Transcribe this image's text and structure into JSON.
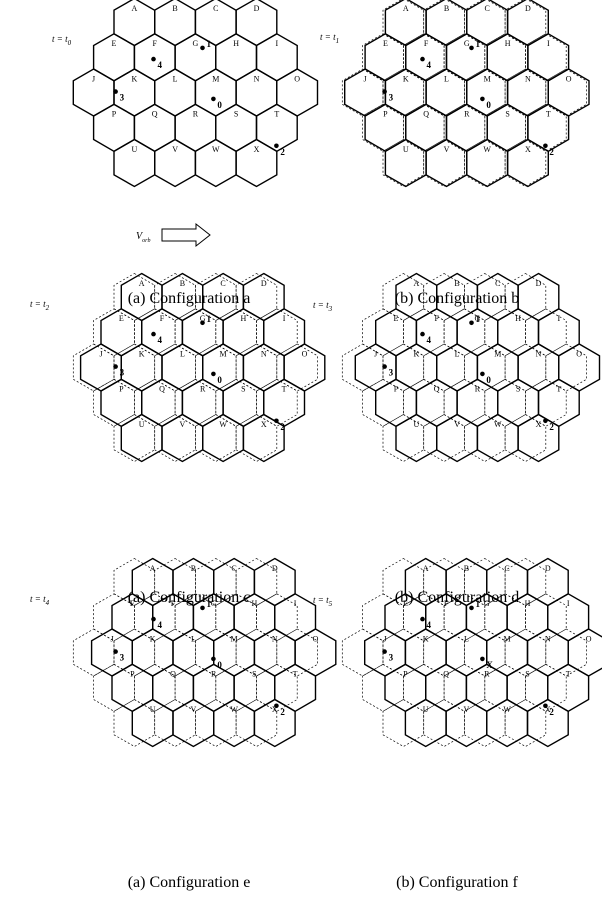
{
  "cell_labels": [
    "A",
    "B",
    "C",
    "D",
    "E",
    "F",
    "G",
    "H",
    "I",
    "J",
    "K",
    "L",
    "M",
    "N",
    "O",
    "P",
    "Q",
    "R",
    "S",
    "T",
    "U",
    "V",
    "W",
    "X"
  ],
  "velocity_label": "V",
  "velocity_sub": "orb",
  "panels": [
    {
      "id": "a",
      "caption": "(a) Configuration a",
      "time_var": "t = t",
      "time_sub": "0",
      "shift": 0,
      "points": [
        {
          "label": "0",
          "cell": "M",
          "dx": -0.1,
          "dy": 0.62
        },
        {
          "label": "1",
          "cell": "G",
          "dx": 0.3,
          "dy": -0.5
        },
        {
          "label": "2",
          "cell": "X",
          "dx": 0.85,
          "dy": -1.05
        },
        {
          "label": "3",
          "cell": "K",
          "dx": -0.8,
          "dy": 0.1
        },
        {
          "label": "4",
          "cell": "F",
          "dx": -0.05,
          "dy": 0.3
        }
      ]
    },
    {
      "id": "b",
      "caption": "(b) Configuration b",
      "time_var": "t = t",
      "time_sub": "1",
      "shift": 0.06,
      "points": [
        {
          "label": "0",
          "cell": "M",
          "dx": -0.1,
          "dy": 0.62
        },
        {
          "label": "1",
          "cell": "G",
          "dx": 0.3,
          "dy": -0.5
        },
        {
          "label": "2",
          "cell": "X",
          "dx": 0.85,
          "dy": -1.05
        },
        {
          "label": "3",
          "cell": "K",
          "dx": -0.8,
          "dy": 0.1
        },
        {
          "label": "4",
          "cell": "F",
          "dx": -0.05,
          "dy": 0.3
        }
      ]
    },
    {
      "id": "c",
      "caption": "(a) Configuration c",
      "time_var": "t = t",
      "time_sub": "2",
      "shift": 0.18,
      "points": [
        {
          "label": "0",
          "cell": "M",
          "dx": -0.1,
          "dy": 0.62
        },
        {
          "label": "1",
          "cell": "G",
          "dx": 0.3,
          "dy": -0.5
        },
        {
          "label": "2",
          "cell": "X",
          "dx": 0.85,
          "dy": -1.05
        },
        {
          "label": "3",
          "cell": "K",
          "dx": -0.8,
          "dy": 0.1
        },
        {
          "label": "4",
          "cell": "F",
          "dx": -0.05,
          "dy": 0.3
        }
      ]
    },
    {
      "id": "d",
      "caption": "(b) Configuration d",
      "time_var": "t = t",
      "time_sub": "3",
      "shift": 0.32,
      "points": [
        {
          "label": "0",
          "cell": "M",
          "dx": -0.1,
          "dy": 0.62
        },
        {
          "label": "1",
          "cell": "G",
          "dx": 0.3,
          "dy": -0.5
        },
        {
          "label": "2",
          "cell": "X",
          "dx": 0.85,
          "dy": -1.05
        },
        {
          "label": "3",
          "cell": "K",
          "dx": -0.8,
          "dy": 0.1
        },
        {
          "label": "4",
          "cell": "F",
          "dx": -0.05,
          "dy": 0.3
        }
      ]
    },
    {
      "id": "e",
      "caption": "(a) Configuration e",
      "time_var": "t = t",
      "time_sub": "4",
      "shift": 0.45,
      "points": [
        {
          "label": "0",
          "cell": "M",
          "dx": -0.1,
          "dy": 0.62
        },
        {
          "label": "1",
          "cell": "G",
          "dx": 0.3,
          "dy": -0.5
        },
        {
          "label": "2",
          "cell": "X",
          "dx": 0.85,
          "dy": -1.05
        },
        {
          "label": "3",
          "cell": "K",
          "dx": -0.8,
          "dy": 0.1
        },
        {
          "label": "4",
          "cell": "F",
          "dx": -0.05,
          "dy": 0.3
        }
      ]
    },
    {
      "id": "f",
      "caption": "(b) Configuration f",
      "time_var": "t = t",
      "time_sub": "5",
      "shift": 0.55,
      "points": [
        {
          "label": "X",
          "cell": "M",
          "dx": -0.1,
          "dy": 0.62
        },
        {
          "label": "1",
          "cell": "G",
          "dx": 0.3,
          "dy": -0.5
        },
        {
          "label": "2",
          "cell": "X",
          "dx": 0.85,
          "dy": -1.05
        },
        {
          "label": "3",
          "cell": "K",
          "dx": -0.8,
          "dy": 0.1
        },
        {
          "label": "4",
          "cell": "F",
          "dx": -0.05,
          "dy": 0.3
        }
      ]
    }
  ]
}
